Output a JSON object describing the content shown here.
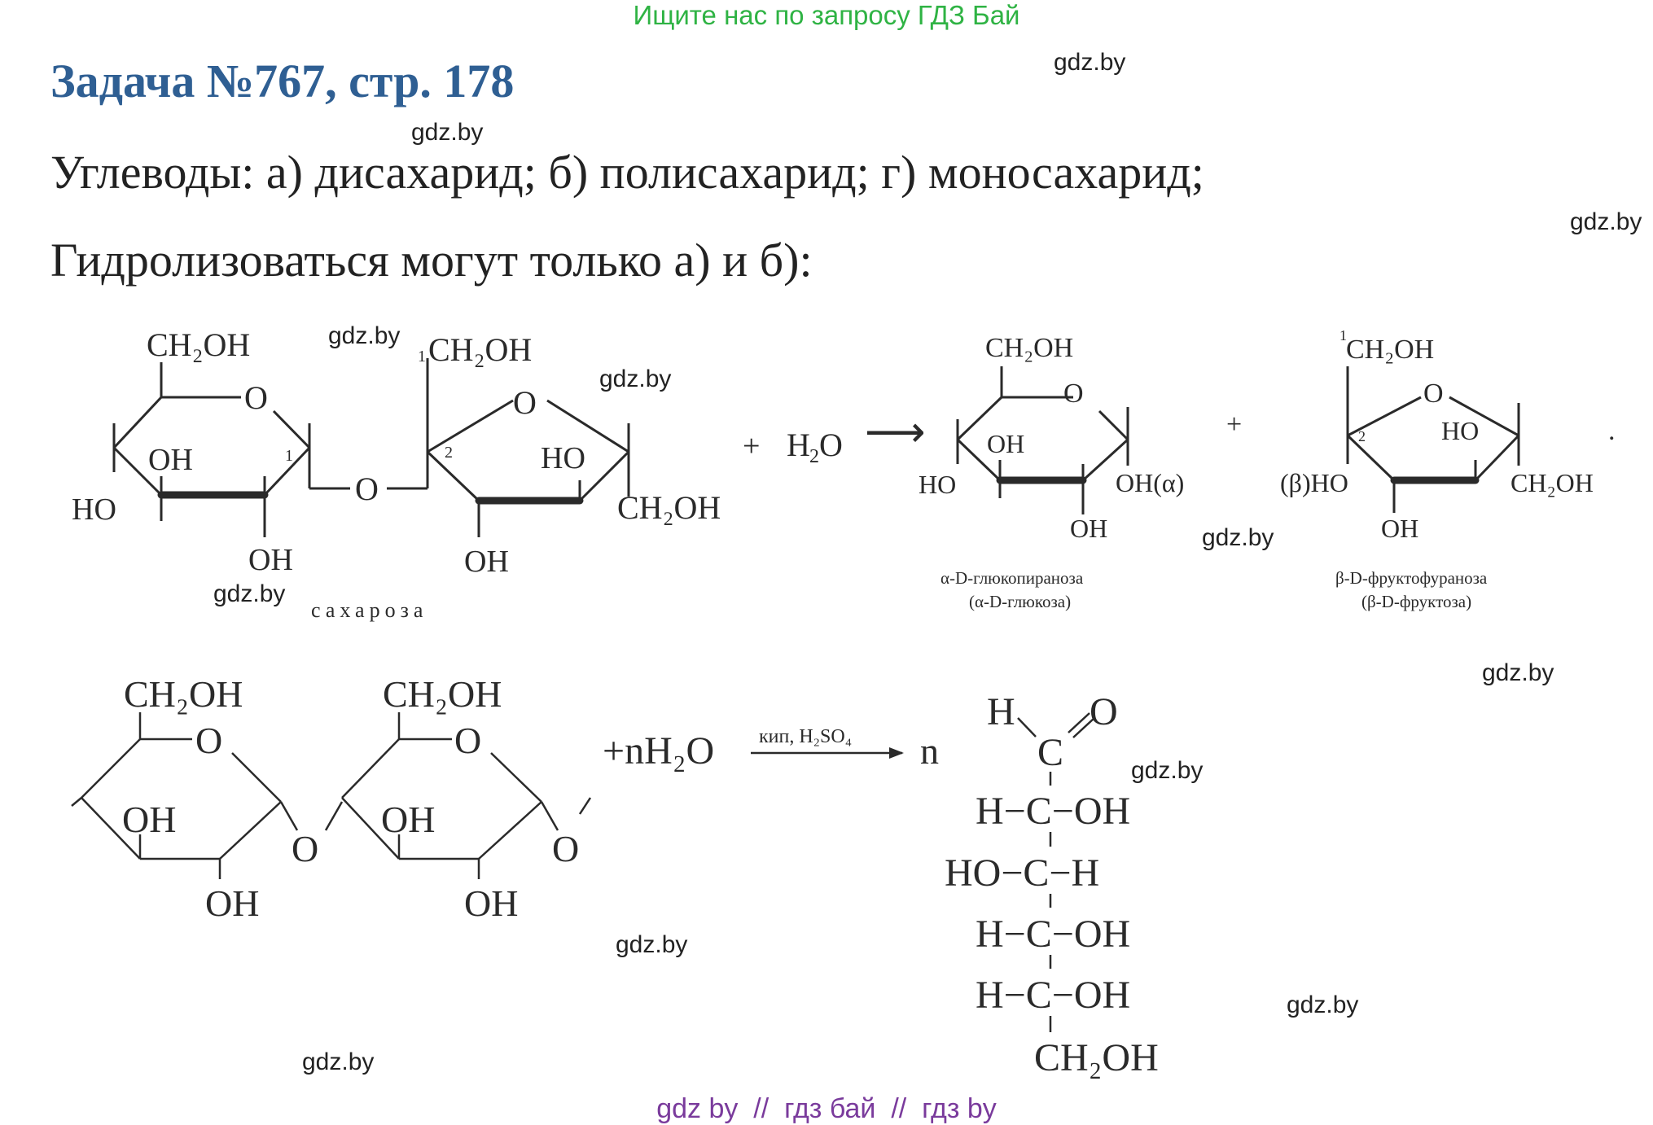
{
  "banner": "Ищите нас по запросу ГДЗ Бай",
  "title": "Задача №767, стр. 178",
  "line1": "Углеводы: а) дисахарид; б) полисахарид; г) моносахарид;",
  "line2": "Гидролизоваться могут только а) и б):",
  "watermark": "gdz.by",
  "footer": "gdz by  //  гдз бай  //  гдз by",
  "scheme1": {
    "sucrose_label": "сахароза",
    "plus1": "+",
    "water": "H",
    "water_sub": "2",
    "water_o": "O",
    "arrow": "⟶",
    "plus2": "+",
    "glucose_label_1": "α-D-глюкопираноза",
    "glucose_label_2": "(α-D-глюкоза)",
    "fructose_label_1": "β-D-фруктофураноза",
    "fructose_label_2": "(β-D-фруктоза)",
    "ch2oh": "CH₂OH",
    "oh": "OH",
    "ho": "HO",
    "o": "O",
    "oh_alpha": "OH(α)",
    "beta_ho": "(β)HO",
    "c1": "1",
    "c2": "2",
    "dot": "."
  },
  "scheme2": {
    "reagent": "+nH₂O",
    "conditions": "кип, H₂SO₄",
    "coef": "n",
    "ch2oh": "CH₂OH",
    "oh": "OH",
    "o": "O",
    "chain_top_h": "H",
    "chain_top_o": "O",
    "chain_top_c": "C",
    "chain_rows": [
      "H−C−OH",
      "HO−C−H",
      "H−C−OH",
      "H−C−OH"
    ],
    "chain_bottom": "CH₂OH"
  },
  "colors": {
    "banner": "#2fb344",
    "title": "#2f5f93",
    "footer": "#7a3b9c",
    "ink": "#2a2a2a"
  }
}
